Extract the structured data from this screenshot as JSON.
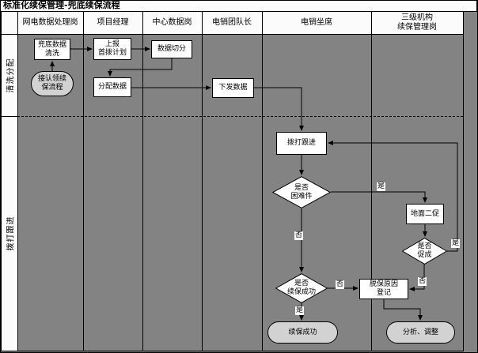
{
  "title": "标准化续保管理-兜底续保流程",
  "lanes": [
    "清洗分配",
    "拨打跟进"
  ],
  "columns": [
    [
      "网电数据处理岗"
    ],
    [
      "项目经理"
    ],
    [
      "中心数据岗"
    ],
    [
      "电销团队长"
    ],
    [
      "电销坐席"
    ],
    [
      "三级机构",
      "续保管理岗"
    ]
  ],
  "nodes": {
    "start": [
      "接认领续",
      "保流程"
    ],
    "clean": [
      "兜底数据",
      "清洗"
    ],
    "report": [
      "上报",
      "首拨计划"
    ],
    "split": [
      "数据切分"
    ],
    "assign": [
      "分配数据"
    ],
    "distribute": [
      "下发数据"
    ],
    "dial": [
      "拨打跟进"
    ],
    "difficult": [
      "是否",
      "困难件"
    ],
    "ground": [
      "地面二促"
    ],
    "promote": [
      "是否",
      "促成"
    ],
    "renew_check": [
      "是否",
      "续保成功"
    ],
    "lapse": [
      "脱保原因",
      "登记"
    ],
    "success": [
      "续保成功"
    ],
    "analyze": [
      "分析、调整"
    ]
  },
  "edge_labels": {
    "difficult_yes": "是",
    "difficult_no": "否",
    "renew_no": "否",
    "renew_yes": "是",
    "promote_no": "否",
    "promote_yes": "是"
  },
  "colors": {
    "canvas": "#838383",
    "panel": "#fbfbfb",
    "node_fill": "#ffffff",
    "terminal_fill": "#d2d2d2",
    "line": "#000000"
  }
}
